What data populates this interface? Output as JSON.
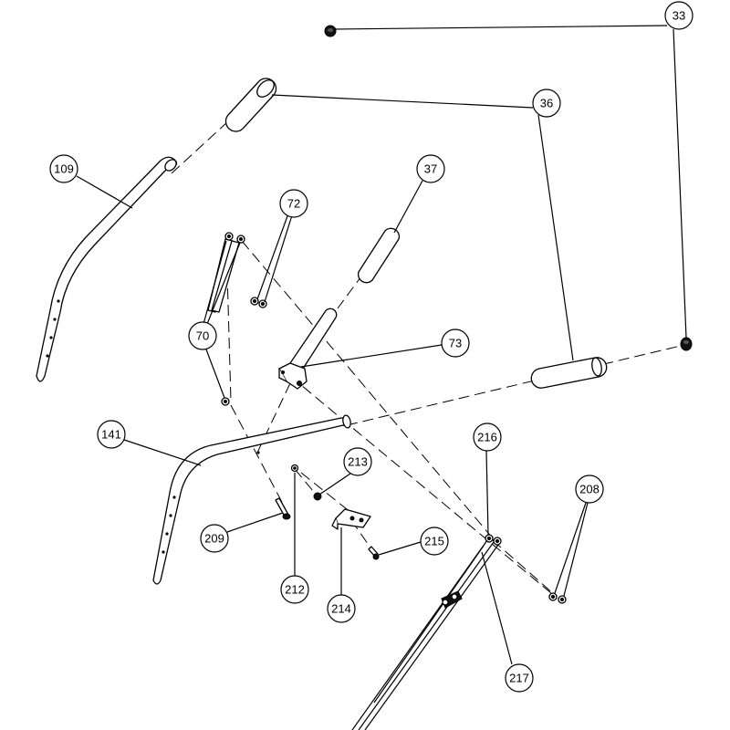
{
  "callouts": {
    "c33": "33",
    "c36": "36",
    "c37": "37",
    "c70": "70",
    "c72": "72",
    "c73": "73",
    "c109": "109",
    "c141": "141",
    "c208": "208",
    "c209": "209",
    "c212": "212",
    "c213": "213",
    "c214": "214",
    "c215": "215",
    "c216": "216",
    "c217": "217"
  }
}
